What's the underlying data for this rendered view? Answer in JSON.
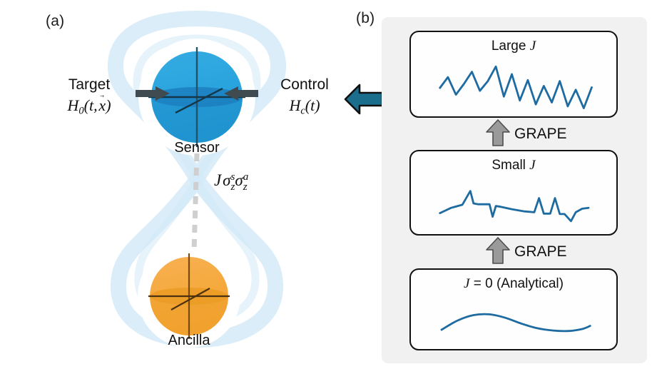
{
  "figure": {
    "panels": [
      {
        "id": "a",
        "label": "(a)"
      },
      {
        "id": "b",
        "label": "(b)"
      }
    ]
  },
  "panel_a": {
    "target": {
      "word": "Target",
      "formula_html": "H₀(t, x⃗)",
      "base": "H",
      "subscript": "0",
      "args": "(t, x)"
    },
    "control": {
      "word": "Control",
      "base": "H",
      "subscript": "c",
      "args": "(t)"
    },
    "sensor": {
      "label": "Sensor",
      "color": "#29a3dd",
      "band_color": "#1c7fc0",
      "axis_color": "#20536b"
    },
    "ancilla": {
      "label": "Ancilla",
      "color": "#f5a93c",
      "band_color": "#efa02b",
      "axis_color": "#7a4a10"
    },
    "coupling": {
      "symbol": "J",
      "sigma": "σ",
      "sensor_sub": "z",
      "sensor_sup": "s",
      "ancilla_sub": "z",
      "ancilla_sup": "a"
    },
    "glow_color": "#cfe9f7",
    "dashed_link_color": "#cfcfcf",
    "arrow_color": "#3f4a51"
  },
  "panel_b": {
    "background": "#f1f1f1",
    "transfer_arrow_color": "#1b6e8c",
    "grape": {
      "label": "GRAPE",
      "arrow_color": "#9a9a9a",
      "count": 2
    },
    "cards": [
      {
        "id": "large-j",
        "title_prefix": "Large ",
        "title_symbol": "J",
        "title_suffix": "",
        "title_text": "Large J"
      },
      {
        "id": "small-j",
        "title_prefix": "Small ",
        "title_symbol": "J",
        "title_suffix": "",
        "title_text": "Small J"
      },
      {
        "id": "zero-j",
        "title_prefix": "",
        "title_symbol": "J",
        "title_suffix": " = 0  (Analytical)",
        "title_text": "J = 0  (Analytical)"
      }
    ]
  },
  "chart_data": [
    {
      "type": "line",
      "id": "large-j",
      "title": "Large J",
      "xlabel": "",
      "ylabel": "",
      "stroke": "#1d6ba0",
      "xlim": [
        0,
        100
      ],
      "ylim": [
        0,
        100
      ],
      "grid": false,
      "x": [
        3,
        8,
        13,
        18,
        23,
        28,
        33,
        38,
        43,
        48,
        53,
        58,
        63,
        68,
        73,
        78,
        83,
        88,
        93,
        98
      ],
      "y": [
        44,
        66,
        30,
        52,
        77,
        38,
        58,
        88,
        26,
        72,
        18,
        60,
        10,
        48,
        14,
        58,
        6,
        40,
        2,
        45
      ]
    },
    {
      "type": "line",
      "id": "small-j",
      "title": "Small J",
      "xlabel": "",
      "ylabel": "",
      "stroke": "#1d6ba0",
      "xlim": [
        0,
        100
      ],
      "ylim": [
        0,
        100
      ],
      "grid": false,
      "x": [
        3,
        10,
        17,
        22,
        24,
        27,
        34,
        36,
        38,
        40,
        48,
        56,
        62,
        65,
        68,
        72,
        75,
        78,
        81,
        85,
        88,
        92,
        96
      ],
      "y": [
        28,
        40,
        47,
        78,
        50,
        48,
        48,
        20,
        44,
        43,
        37,
        32,
        30,
        62,
        27,
        27,
        62,
        26,
        26,
        10,
        30,
        38,
        40
      ]
    },
    {
      "type": "line",
      "id": "zero-j",
      "title": "J = 0  (Analytical)",
      "xlabel": "",
      "ylabel": "",
      "stroke": "#1d6ba0",
      "xlim": [
        0,
        100
      ],
      "ylim": [
        0,
        100
      ],
      "grid": false,
      "x": [
        4,
        14,
        24,
        34,
        44,
        54,
        64,
        74,
        84,
        92,
        97
      ],
      "y": [
        24,
        48,
        62,
        64,
        55,
        40,
        28,
        22,
        21,
        26,
        34
      ]
    }
  ]
}
